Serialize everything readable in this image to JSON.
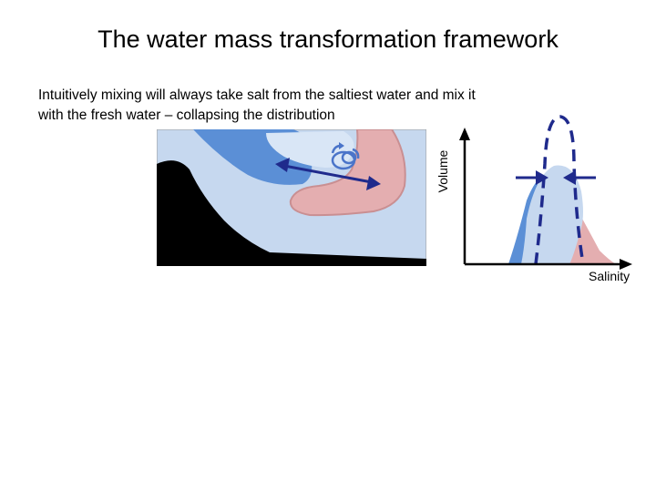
{
  "title": "The water mass transformation framework",
  "caption": {
    "line1": "Intuitively mixing will always take salt from the saltiest water and mix it",
    "line2": "with the fresh water – collapsing the distribution"
  },
  "plot": {
    "ylabel": "Volume",
    "xlabel": "Salinity"
  },
  "colors": {
    "background_water": "#c6d8ef",
    "fresh_water": "#5b8fd6",
    "salty_water": "#e4aeb0",
    "salty_outline": "#c98f92",
    "land": "#000000",
    "arrow": "#1f2a8c"
  },
  "icons": [
    "eddy-swirl-icon",
    "double-arrow-icon"
  ]
}
